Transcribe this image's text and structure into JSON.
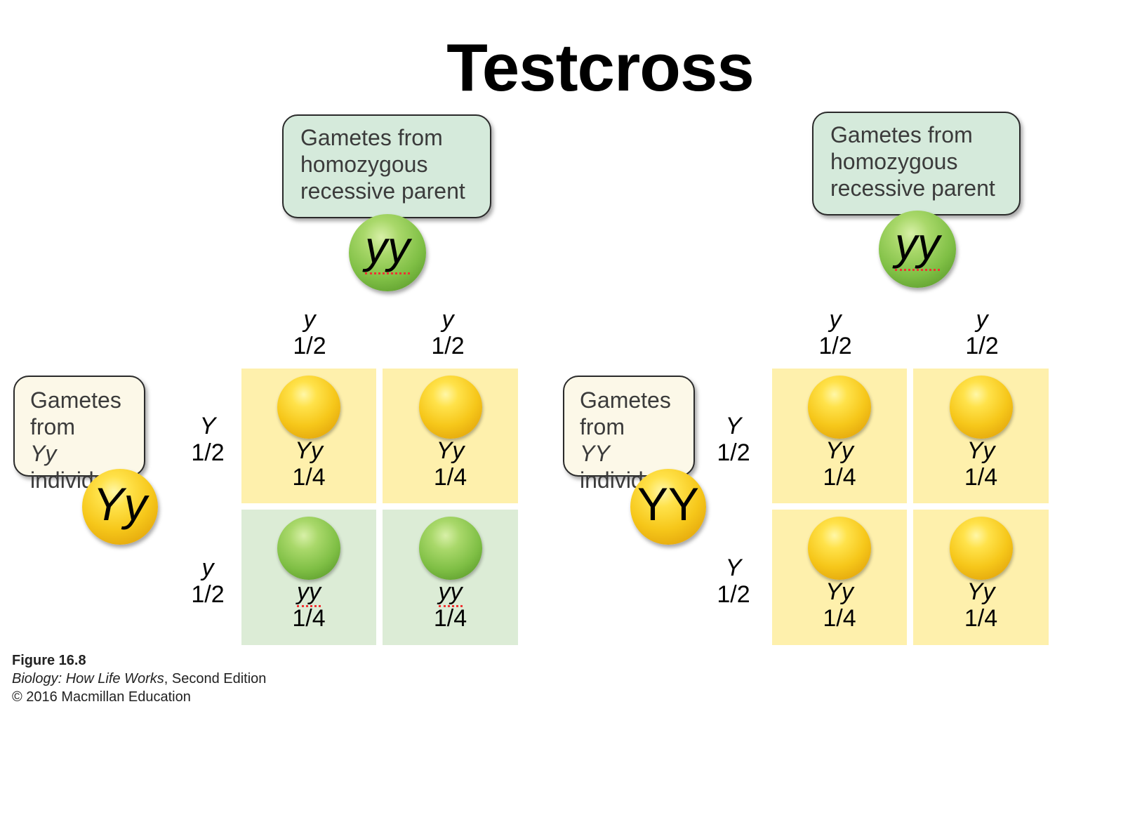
{
  "title": "Testcross",
  "left": {
    "top_callout": [
      "Gametes from",
      "homozygous",
      "recessive parent"
    ],
    "top_parent": "yy",
    "left_callout": {
      "line1": "Gametes",
      "line2_prefix": "from ",
      "line2_italic": "Yy",
      "line3": "individual"
    },
    "left_parent": "Yy",
    "col_headers": [
      {
        "allele": "y",
        "freq": "1/2"
      },
      {
        "allele": "y",
        "freq": "1/2"
      }
    ],
    "row_headers": [
      {
        "allele": "Y",
        "freq": "1/2"
      },
      {
        "allele": "y",
        "freq": "1/2"
      }
    ],
    "cells": [
      [
        {
          "genotype": "Yy",
          "freq": "1/4",
          "color": "yellow"
        },
        {
          "genotype": "Yy",
          "freq": "1/4",
          "color": "yellow"
        }
      ],
      [
        {
          "genotype": "yy",
          "freq": "1/4",
          "color": "green"
        },
        {
          "genotype": "yy",
          "freq": "1/4",
          "color": "green"
        }
      ]
    ]
  },
  "right": {
    "top_callout": [
      "Gametes from",
      "homozygous",
      "recessive parent"
    ],
    "top_parent": "yy",
    "left_callout": {
      "line1": "Gametes",
      "line2_prefix": "from ",
      "line2_italic": "YY",
      "line3": "individual"
    },
    "left_parent": "YY",
    "col_headers": [
      {
        "allele": "y",
        "freq": "1/2"
      },
      {
        "allele": "y",
        "freq": "1/2"
      }
    ],
    "row_headers": [
      {
        "allele": "Y",
        "freq": "1/2"
      },
      {
        "allele": "Y",
        "freq": "1/2"
      }
    ],
    "cells": [
      [
        {
          "genotype": "Yy",
          "freq": "1/4",
          "color": "yellow"
        },
        {
          "genotype": "Yy",
          "freq": "1/4",
          "color": "yellow"
        }
      ],
      [
        {
          "genotype": "Yy",
          "freq": "1/4",
          "color": "yellow"
        },
        {
          "genotype": "Yy",
          "freq": "1/4",
          "color": "yellow"
        }
      ]
    ]
  },
  "caption": {
    "figure": "Figure 16.8",
    "book_italic": "Biology: How Life Works",
    "book_rest": ", Second Edition",
    "copyright": "© 2016 Macmillan Education"
  },
  "colors": {
    "yellow_cell": "#fef0ac",
    "green_cell": "#dcecd6",
    "callout_green": "#d5eadb",
    "callout_cream": "#fcf8e8"
  }
}
